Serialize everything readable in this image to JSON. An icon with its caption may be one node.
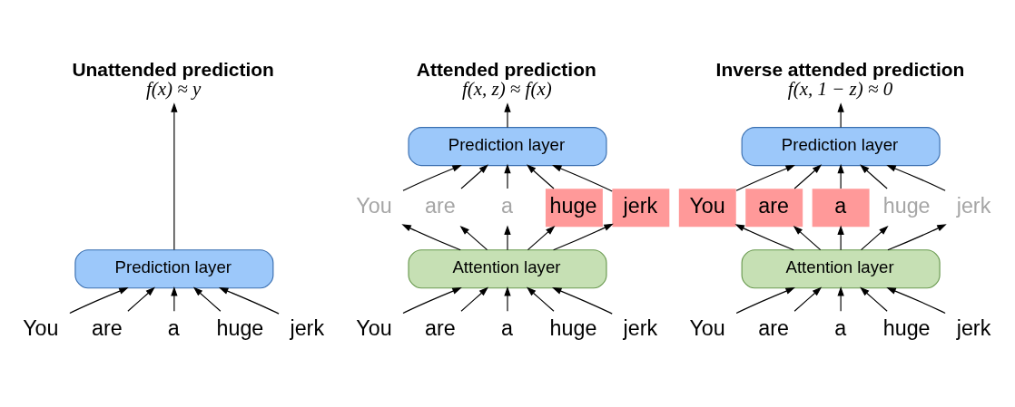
{
  "diagram": {
    "nodes": [
      {
        "text": [
          "Unattended prediction",
          "f(x) ≈ y"
        ]
      },
      {
        "text": [
          "Prediction layer"
        ]
      },
      {
        "text": [
          "You"
        ]
      },
      {
        "text": [
          "are"
        ]
      },
      {
        "text": [
          "a"
        ]
      },
      {
        "text": [
          "huge"
        ]
      },
      {
        "text": [
          "jerk"
        ]
      },
      {
        "text": [
          "Attended prediction",
          "f(x, z) ≈ f(x)"
        ]
      },
      {
        "text": [
          "Prediction layer"
        ]
      },
      {
        "text": [
          "You"
        ]
      },
      {
        "text": [
          "are"
        ]
      },
      {
        "text": [
          "a"
        ]
      },
      {
        "text": [
          "huge"
        ]
      },
      {
        "text": [
          "jerk"
        ]
      },
      {
        "text": [
          "Attention layer"
        ]
      },
      {
        "text": [
          "You"
        ]
      },
      {
        "text": [
          "are"
        ]
      },
      {
        "text": [
          "a"
        ]
      },
      {
        "text": [
          "huge"
        ]
      },
      {
        "text": [
          "jerk"
        ]
      },
      {
        "text": [
          "Inverse attended prediction",
          "f(x, 1 − z) ≈ 0"
        ]
      },
      {
        "text": [
          "Prediction layer"
        ]
      },
      {
        "text": [
          "You"
        ]
      },
      {
        "text": [
          "are"
        ]
      },
      {
        "text": [
          "a"
        ]
      },
      {
        "text": [
          "huge"
        ]
      },
      {
        "text": [
          "jerk"
        ]
      },
      {
        "text": [
          "Attention layer"
        ]
      },
      {
        "text": [
          "You"
        ]
      },
      {
        "text": [
          "are"
        ]
      },
      {
        "text": [
          "a"
        ]
      },
      {
        "text": [
          "huge"
        ]
      },
      {
        "text": [
          "jerk"
        ]
      }
    ],
    "edges": [
      {
        "from": 2,
        "to": 1,
        "arrow": "to"
      },
      {
        "from": 3,
        "to": 1,
        "arrow": "to"
      },
      {
        "from": 4,
        "to": 1,
        "arrow": "to"
      },
      {
        "from": 5,
        "to": 1,
        "arrow": "to"
      },
      {
        "from": 6,
        "to": 1,
        "arrow": "to"
      },
      {
        "from": 1,
        "to": 0,
        "arrow": "to"
      },
      {
        "from": 15,
        "to": 14,
        "arrow": "to"
      },
      {
        "from": 16,
        "to": 14,
        "arrow": "to"
      },
      {
        "from": 17,
        "to": 14,
        "arrow": "to"
      },
      {
        "from": 18,
        "to": 14,
        "arrow": "to"
      },
      {
        "from": 19,
        "to": 14,
        "arrow": "to"
      },
      {
        "from": 14,
        "to": 9,
        "arrow": "to"
      },
      {
        "from": 14,
        "to": 10,
        "arrow": "to"
      },
      {
        "from": 14,
        "to": 11,
        "arrow": "to"
      },
      {
        "from": 14,
        "to": 12,
        "arrow": "to"
      },
      {
        "from": 14,
        "to": 13,
        "arrow": "to"
      },
      {
        "from": 9,
        "to": 8,
        "arrow": "to"
      },
      {
        "from": 10,
        "to": 8,
        "arrow": "to"
      },
      {
        "from": 11,
        "to": 8,
        "arrow": "to"
      },
      {
        "from": 12,
        "to": 8,
        "arrow": "to"
      },
      {
        "from": 13,
        "to": 8,
        "arrow": "to"
      },
      {
        "from": 8,
        "to": 7,
        "arrow": "to"
      },
      {
        "from": 28,
        "to": 27,
        "arrow": "to"
      },
      {
        "from": 29,
        "to": 27,
        "arrow": "to"
      },
      {
        "from": 30,
        "to": 27,
        "arrow": "to"
      },
      {
        "from": 31,
        "to": 27,
        "arrow": "to"
      },
      {
        "from": 32,
        "to": 27,
        "arrow": "to"
      },
      {
        "from": 27,
        "to": 22,
        "arrow": "to"
      },
      {
        "from": 27,
        "to": 23,
        "arrow": "to"
      },
      {
        "from": 27,
        "to": 24,
        "arrow": "to"
      },
      {
        "from": 27,
        "to": 25,
        "arrow": "to"
      },
      {
        "from": 27,
        "to": 26,
        "arrow": "to"
      },
      {
        "from": 22,
        "to": 21,
        "arrow": "to"
      },
      {
        "from": 23,
        "to": 21,
        "arrow": "to"
      },
      {
        "from": 24,
        "to": 21,
        "arrow": "to"
      },
      {
        "from": 25,
        "to": 21,
        "arrow": "to"
      },
      {
        "from": 26,
        "to": 21,
        "arrow": "to"
      },
      {
        "from": 21,
        "to": 20,
        "arrow": "to"
      }
    ]
  }
}
